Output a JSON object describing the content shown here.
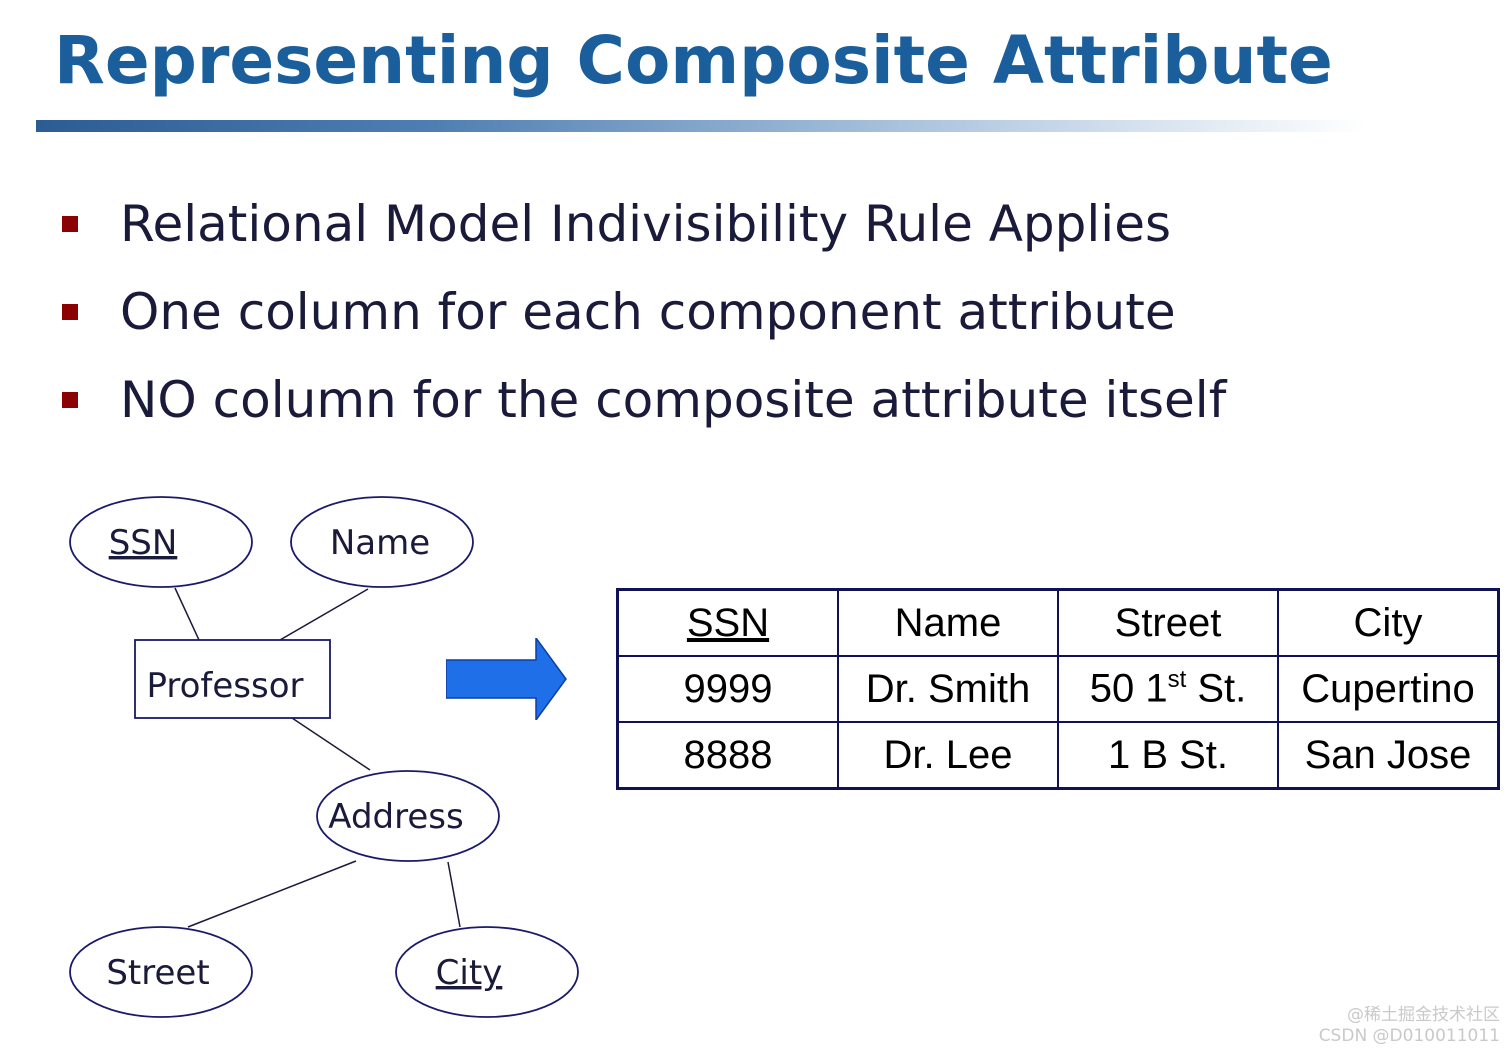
{
  "title": "Representing Composite Attribute",
  "bullets": [
    "Relational Model Indivisibility Rule Applies",
    "One column for each component attribute",
    "NO column for the composite attribute itself"
  ],
  "er_diagram": {
    "entity": "Professor",
    "attributes": {
      "ssn": "SSN",
      "name": "Name",
      "address": "Address",
      "street": "Street",
      "city": "City"
    }
  },
  "table": {
    "headers": [
      "SSN",
      "Name",
      "Street",
      "City"
    ],
    "rows": [
      {
        "ssn": "9999",
        "name": "Dr. Smith",
        "street_num": "50 1",
        "street_sup": "st",
        "street_rest": " St.",
        "city": "Cupertino"
      },
      {
        "ssn": "8888",
        "name": "Dr. Lee",
        "street": "1 B St.",
        "city": "San Jose"
      }
    ]
  },
  "watermark": {
    "line1": "@稀土掘金技术社区",
    "line2": "CSDN @D010011011"
  },
  "colors": {
    "title": "#1b5e9c",
    "bullet": "#8b0000",
    "arrow": "#1f6fe8",
    "table_border": "#111155"
  }
}
